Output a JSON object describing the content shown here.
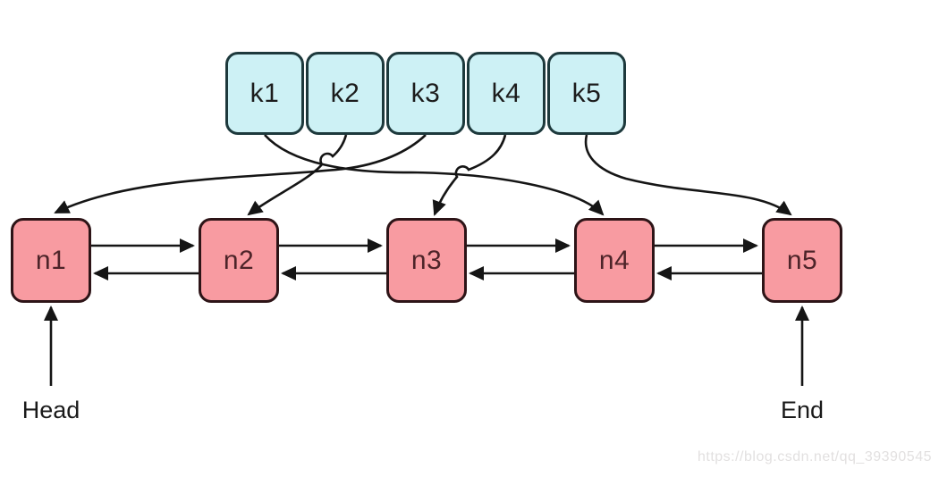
{
  "diagram_title": "",
  "keys": {
    "fill": "#cdf1f5",
    "border": "#1d393c",
    "items": [
      {
        "label": "k1"
      },
      {
        "label": "k2"
      },
      {
        "label": "k3"
      },
      {
        "label": "k4"
      },
      {
        "label": "k5"
      }
    ]
  },
  "nodes": {
    "fill": "#f89ba1",
    "border": "#2d1417",
    "items": [
      {
        "label": "n1"
      },
      {
        "label": "n2"
      },
      {
        "label": "n3"
      },
      {
        "label": "n4"
      },
      {
        "label": "n5"
      }
    ]
  },
  "edges": {
    "arrow_color": "#151515",
    "key_to_node": [
      {
        "from": "k1",
        "to": "n4"
      },
      {
        "from": "k2",
        "to": "n2"
      },
      {
        "from": "k3",
        "to": "n1"
      },
      {
        "from": "k4",
        "to": "n3"
      },
      {
        "from": "k5",
        "to": "n5"
      }
    ],
    "forward_chain": [
      "n1→n2",
      "n2→n3",
      "n3→n4",
      "n4→n5"
    ],
    "backward_chain": [
      "n2→n1",
      "n3→n2",
      "n4→n3",
      "n5→n4"
    ]
  },
  "pointers": {
    "head": "Head",
    "end": "End"
  },
  "watermark": {
    "text": "https://blog.csdn.net/qq_39390545",
    "color": "#e2e0e0"
  }
}
